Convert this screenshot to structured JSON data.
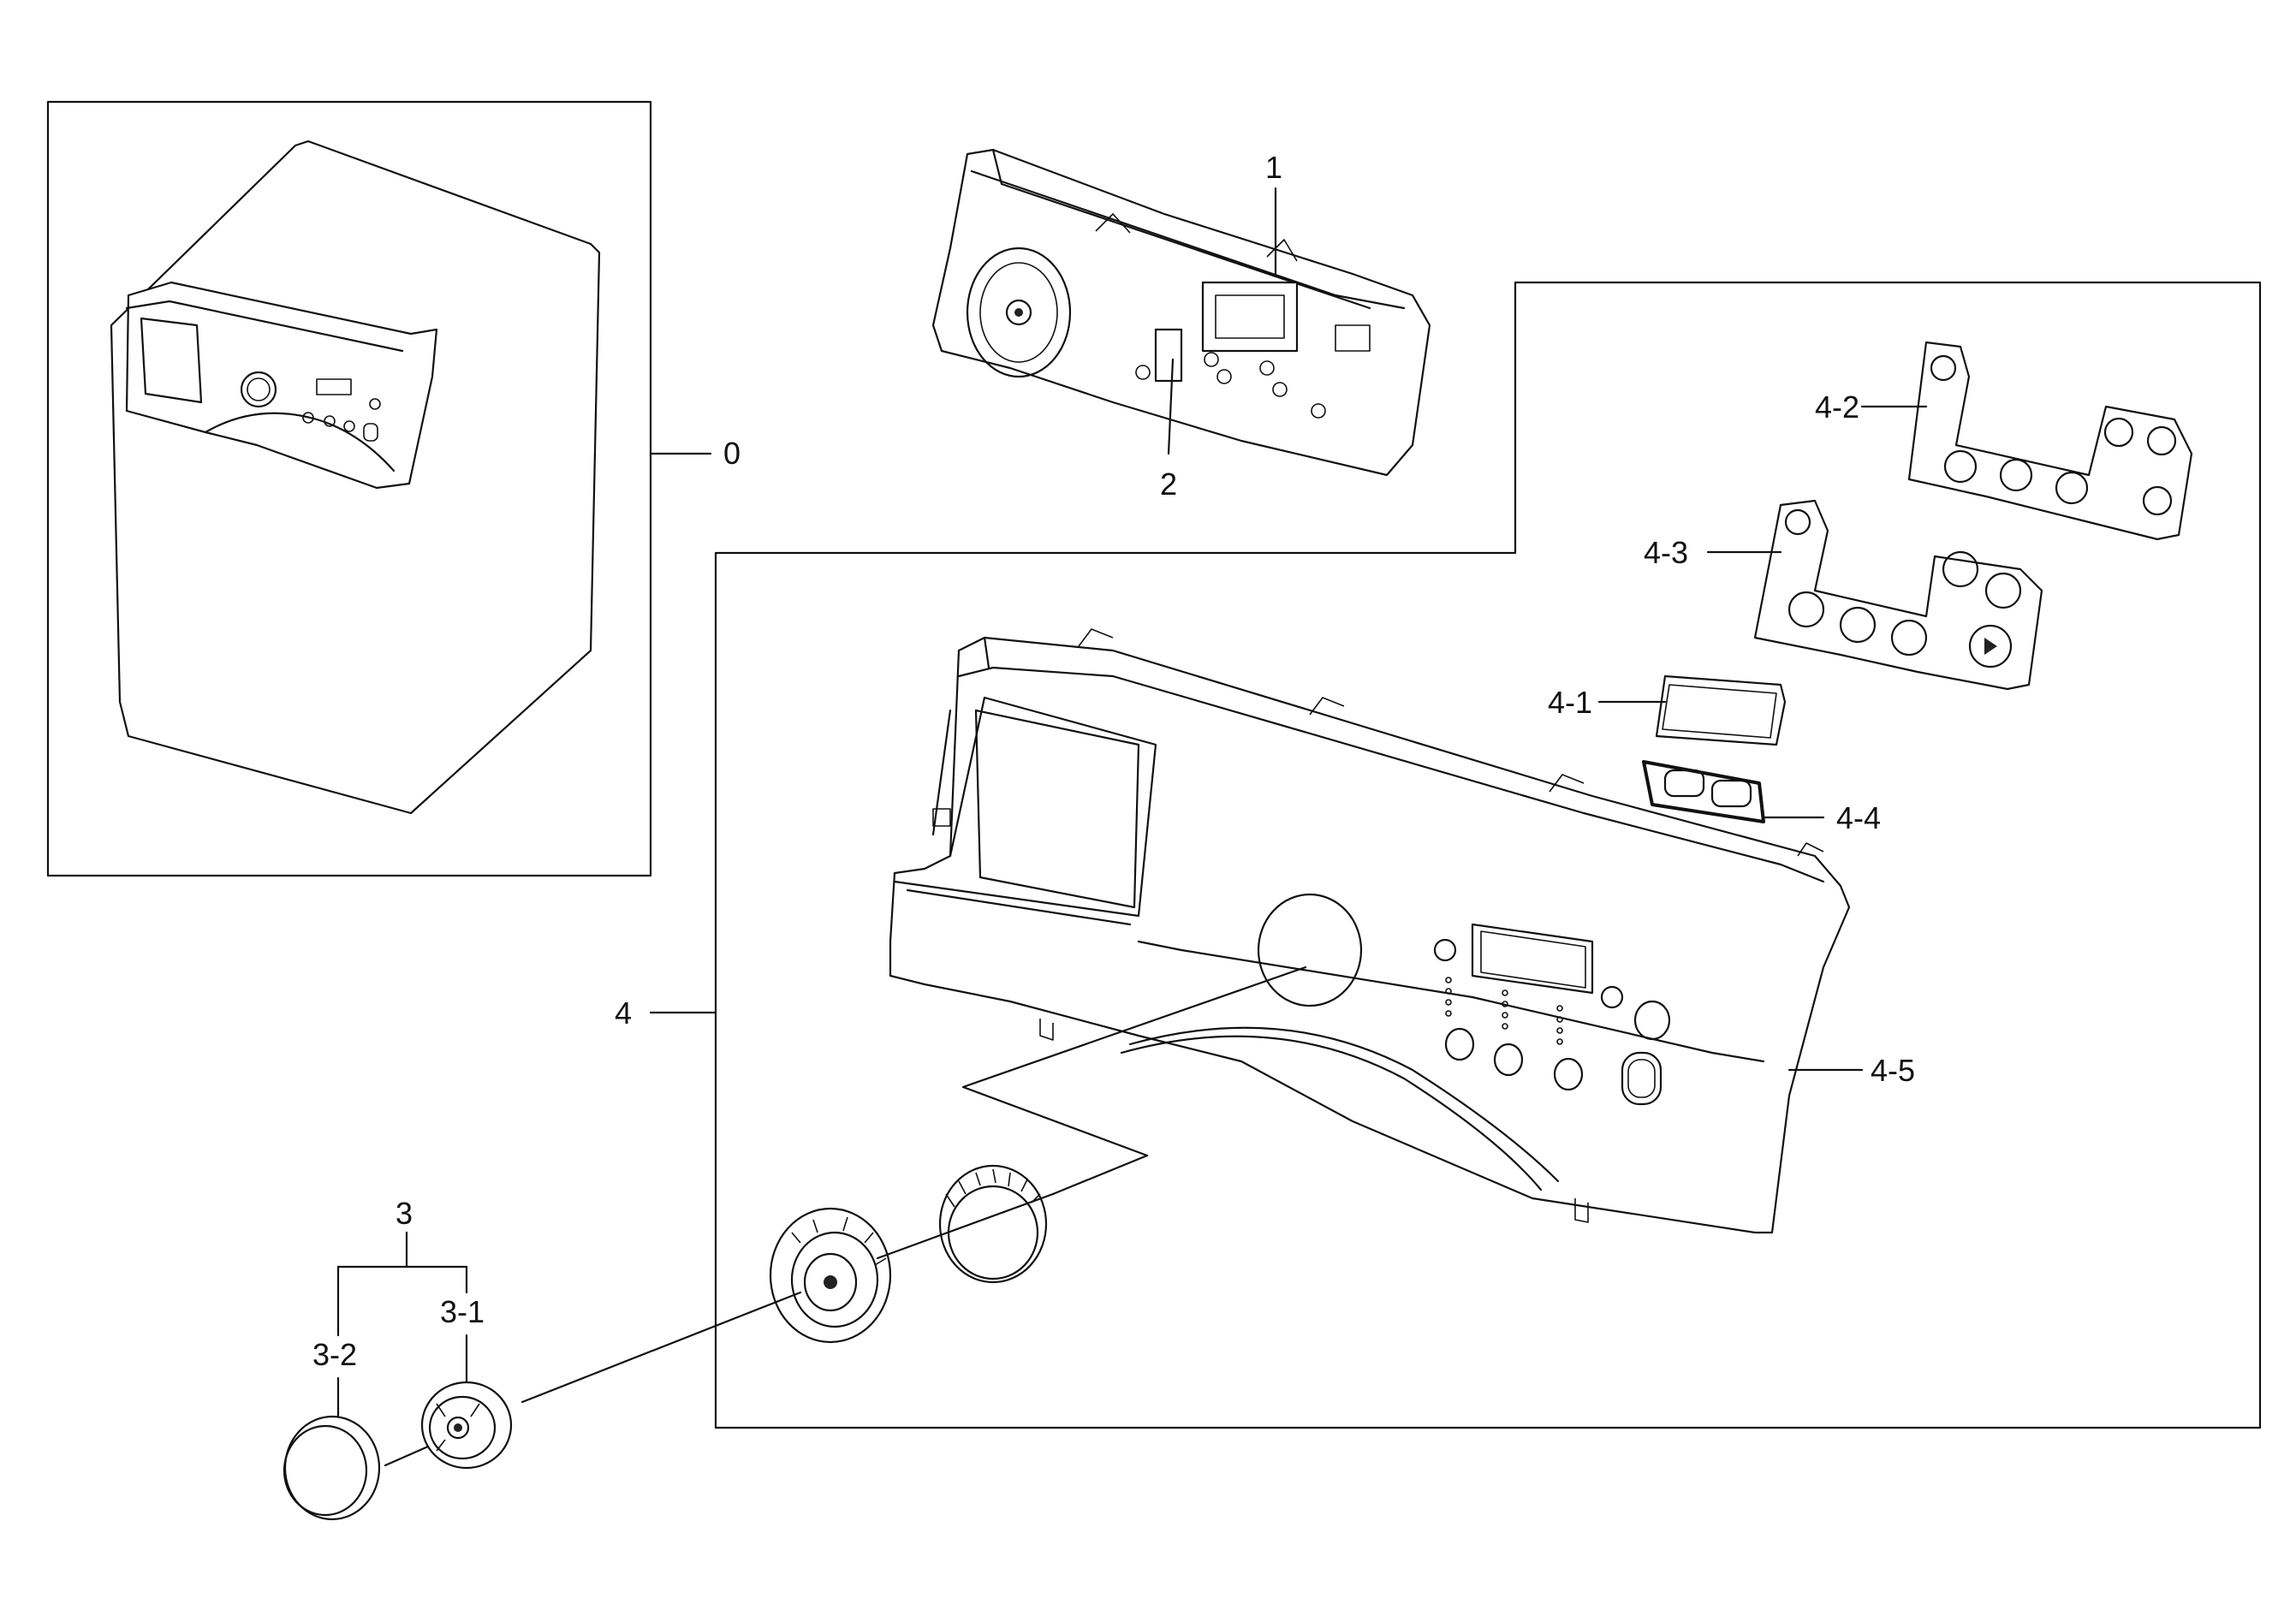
{
  "callouts": {
    "c0": "0",
    "c1": "1",
    "c2": "2",
    "c3": "3",
    "c3_1": "3-1",
    "c3_2": "3-2",
    "c4": "4",
    "c4_1": "4-1",
    "c4_2": "4-2",
    "c4_3": "4-3",
    "c4_4": "4-4",
    "c4_5": "4-5"
  }
}
